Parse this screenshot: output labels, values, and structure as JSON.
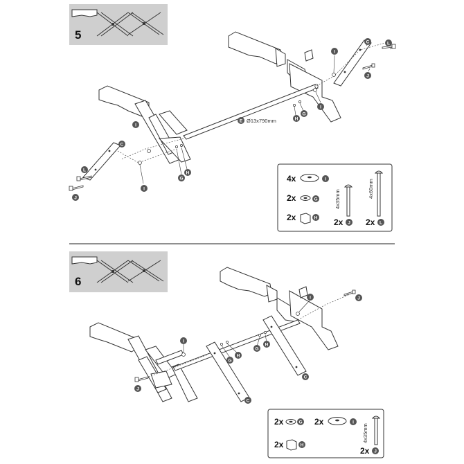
{
  "steps": [
    {
      "number": "5",
      "rod_label": "Ø13x790mm",
      "labels": {
        "I": "I",
        "G": "G",
        "H": "H",
        "J": "J",
        "L": "L",
        "C": "C",
        "E": "E"
      },
      "parts_box": {
        "washer_large": {
          "qty": "4x",
          "letter": "I"
        },
        "washer_small": {
          "qty": "2x",
          "letter": "G"
        },
        "nut": {
          "qty": "2x",
          "letter": "H"
        },
        "bolt_short": {
          "qty": "2x",
          "letter": "J",
          "size": "4x35mm"
        },
        "bolt_long": {
          "qty": "2x",
          "letter": "L",
          "size": "4x60mm"
        }
      }
    },
    {
      "number": "6",
      "labels": {
        "I": "I",
        "G": "G",
        "H": "H",
        "J": "J",
        "C": "C"
      },
      "parts_box": {
        "washer_small": {
          "qty": "2x",
          "letter": "G"
        },
        "washer_large": {
          "qty": "2x",
          "letter": "I"
        },
        "nut": {
          "qty": "2x",
          "letter": "H"
        },
        "bolt_short": {
          "qty": "2x",
          "letter": "J",
          "size": "4x35mm"
        }
      }
    }
  ],
  "colors": {
    "header_bg": "#cfcfcf",
    "badge": "#555555",
    "line": "#333333",
    "divider": "#222222"
  }
}
